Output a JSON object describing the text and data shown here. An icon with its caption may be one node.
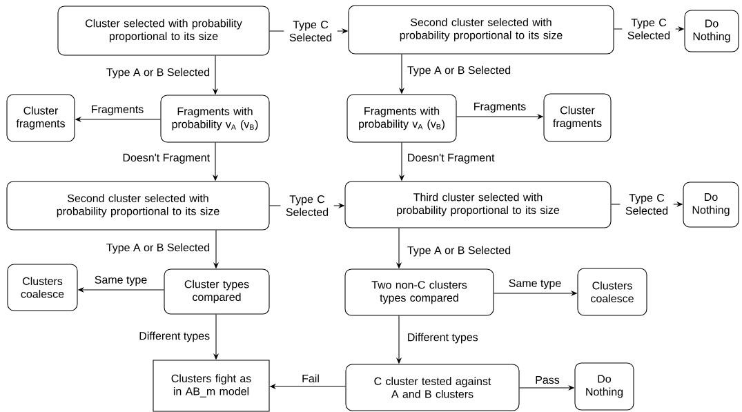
{
  "diagram": {
    "nodes": [
      {
        "text": [
          "Cluster selected with probability proportional to its size"
        ]
      },
      {
        "text": [
          "Second cluster selected with probability proportional to its size"
        ]
      },
      {
        "text": [
          "Do Nothing"
        ]
      },
      {
        "text": [
          "Cluster fragments"
        ]
      },
      {
        "text": [
          "Fragments with probability v$_{A}$ (v$_{B}$)"
        ]
      },
      {
        "text": [
          "Fragments with probability v$_{A}$ (v$_{B}$)"
        ]
      },
      {
        "text": [
          "Cluster fragments"
        ]
      },
      {
        "text": [
          "Second cluster selected with probability proportional to its size"
        ]
      },
      {
        "text": [
          "Third cluster selected with probability proportional to its size"
        ]
      },
      {
        "text": [
          "Do Nothing"
        ]
      },
      {
        "text": [
          "Clusters coalesce"
        ]
      },
      {
        "text": [
          "Cluster types compared"
        ]
      },
      {
        "text": [
          "Two non-C clusters types compared"
        ]
      },
      {
        "text": [
          "Clusters coalesce"
        ]
      },
      {
        "text": [
          "Clusters fight as in AB_m model"
        ]
      },
      {
        "text": [
          "C cluster tested against A and B clusters"
        ]
      },
      {
        "text": [
          "Do Nothing"
        ]
      }
    ],
    "edges": [
      {
        "from": 0,
        "to": 1,
        "arrow": "to",
        "label": "Type C Selected"
      },
      {
        "from": 1,
        "to": 2,
        "arrow": "to",
        "label": "Type C Selected"
      },
      {
        "from": 0,
        "to": 4,
        "arrow": "to",
        "label": "Type A or B Selected"
      },
      {
        "from": 4,
        "to": 3,
        "arrow": "to",
        "label": "Fragments"
      },
      {
        "from": 1,
        "to": 5,
        "arrow": "to",
        "label": "Type A or B Selected"
      },
      {
        "from": 5,
        "to": 6,
        "arrow": "to",
        "label": "Fragments"
      },
      {
        "from": 4,
        "to": 7,
        "arrow": "to",
        "label": "Doesn't Fragment"
      },
      {
        "from": 5,
        "to": 8,
        "arrow": "to",
        "label": "Doesn't Fragment"
      },
      {
        "from": 7,
        "to": 8,
        "arrow": "to",
        "label": "Type C Selected"
      },
      {
        "from": 8,
        "to": 9,
        "arrow": "to",
        "label": "Type C Selected"
      },
      {
        "from": 7,
        "to": 11,
        "arrow": "to",
        "label": "Type A or B Selected"
      },
      {
        "from": 11,
        "to": 10,
        "arrow": "to",
        "label": "Same type"
      },
      {
        "from": 8,
        "to": 12,
        "arrow": "to",
        "label": "Type A or B Selected"
      },
      {
        "from": 12,
        "to": 13,
        "arrow": "to",
        "label": "Same type"
      },
      {
        "from": 11,
        "to": 14,
        "arrow": "to",
        "label": "Different types"
      },
      {
        "from": 12,
        "to": 15,
        "arrow": "to",
        "label": "Different types"
      },
      {
        "from": 15,
        "to": 14,
        "arrow": "to",
        "label": "Fail"
      },
      {
        "from": 15,
        "to": 16,
        "arrow": "to",
        "label": "Pass"
      }
    ]
  }
}
